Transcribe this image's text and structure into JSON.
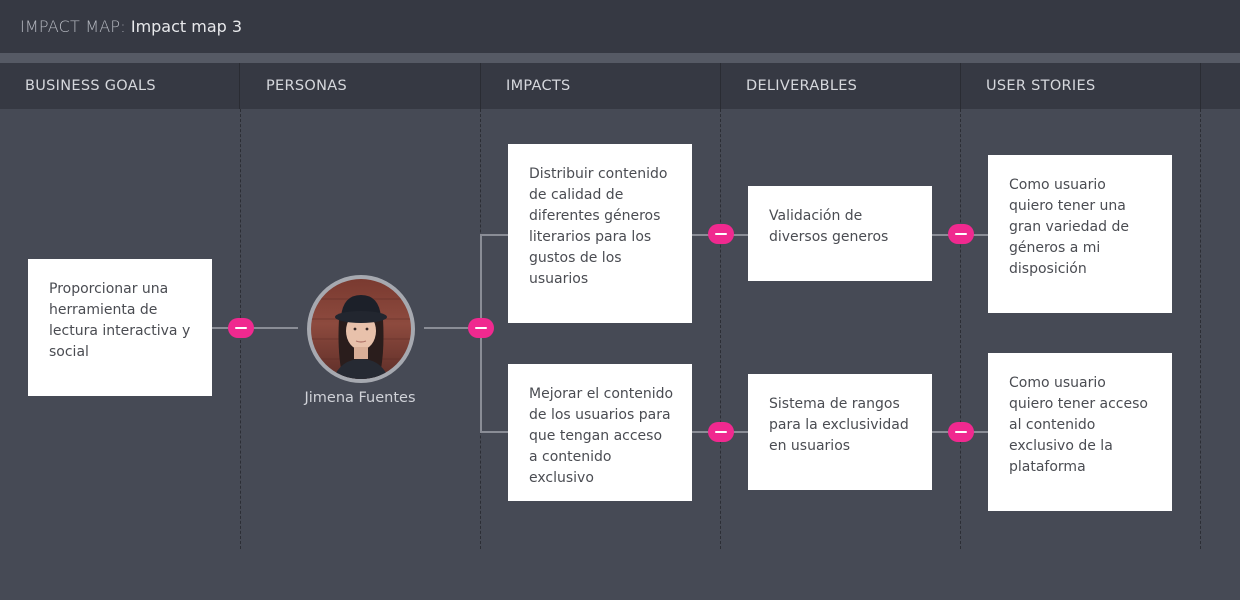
{
  "header": {
    "prefix": "IMPACT MAP:",
    "title": "Impact map 3"
  },
  "columns": [
    "BUSINESS GOALS",
    "PERSONAS",
    "IMPACTS",
    "DELIVERABLES",
    "USER STORIES"
  ],
  "goal": {
    "text": "Proporcionar una herramienta de lectura interactiva y social"
  },
  "persona": {
    "name": "Jimena Fuentes"
  },
  "impacts": [
    {
      "text": "Distribuir contenido de calidad de diferentes géneros literarios para los gustos de los usuarios"
    },
    {
      "text": "Mejorar el contenido de los usuarios para que tengan acceso a contenido exclusivo"
    }
  ],
  "deliverables": [
    {
      "text": "Validación de diversos generos"
    },
    {
      "text": "Sistema de rangos para la exclusividad en usuarios"
    }
  ],
  "stories": [
    {
      "text": "Como usuario quiero tener una gran variedad de géneros a mi disposición"
    },
    {
      "text": "Como usuario quiero tener acceso al contenido exclusivo de la plataforma"
    }
  ],
  "colors": {
    "background": "#464a55",
    "header": "#363943",
    "toggle": "#f0298f",
    "card": "#ffffff"
  },
  "icons": {
    "collapse": "minus-icon"
  }
}
